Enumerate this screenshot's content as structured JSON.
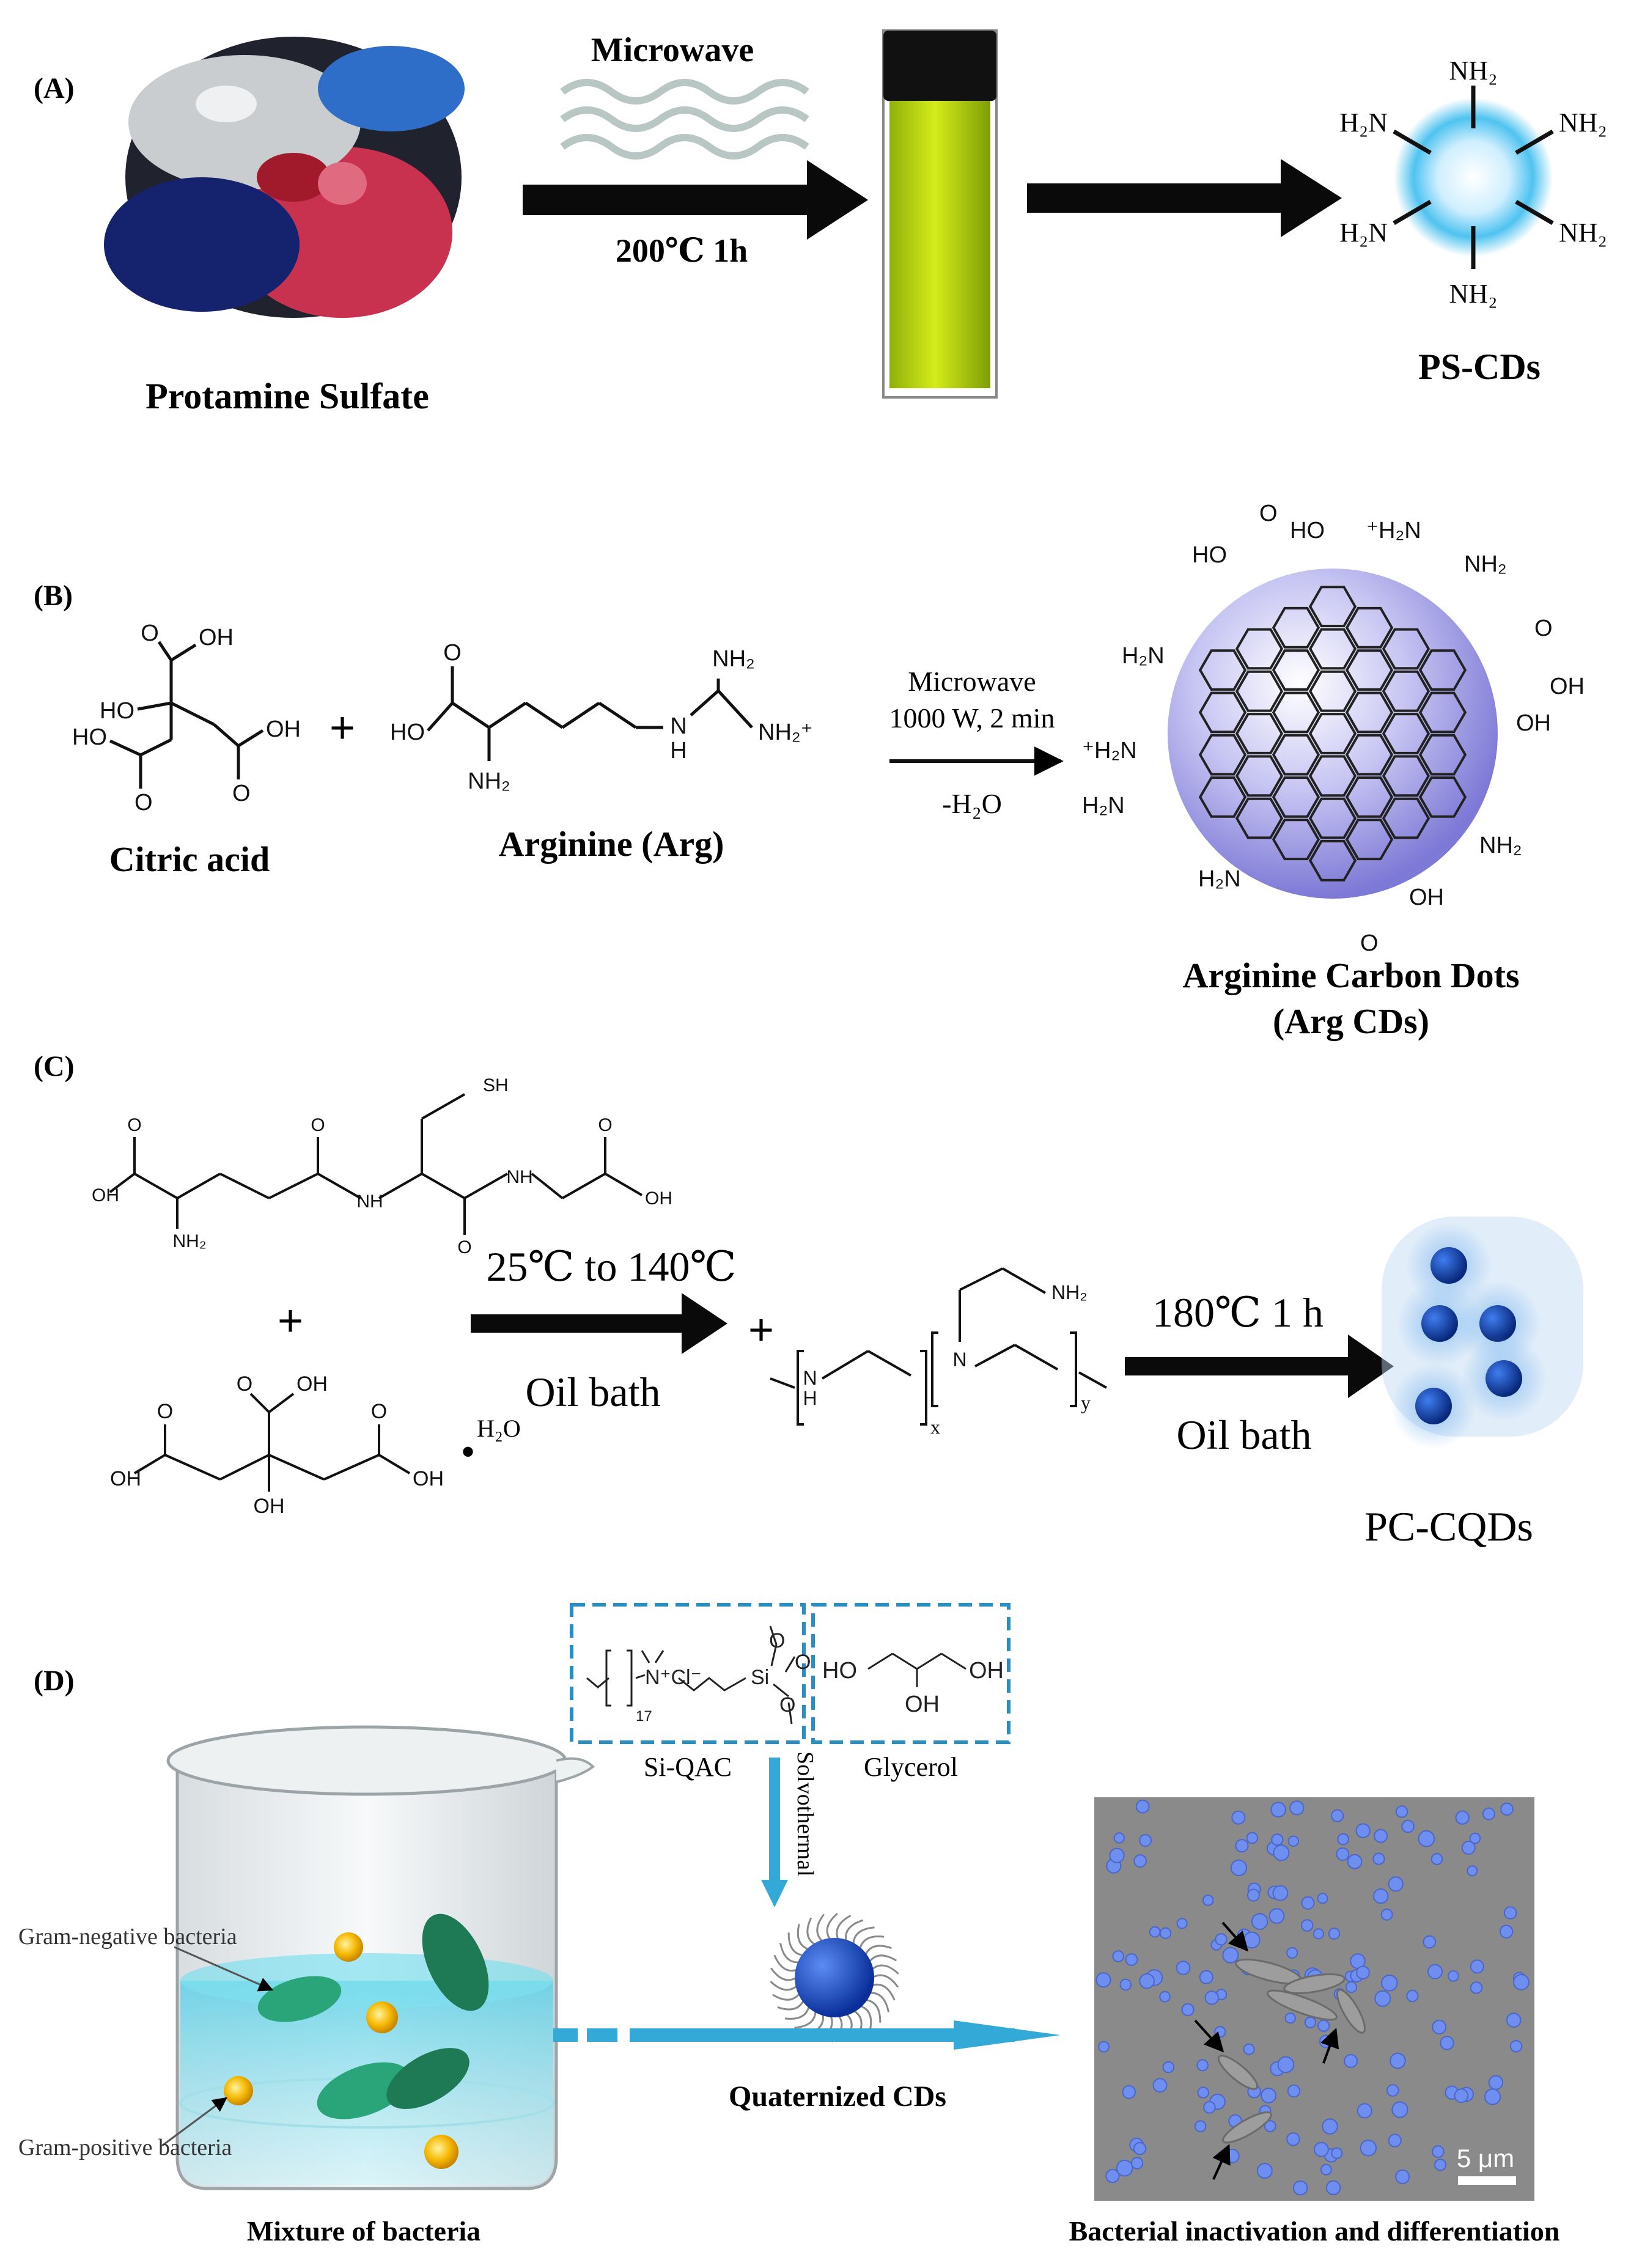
{
  "panels": {
    "a": {
      "label": "(A)",
      "protein_caption": "Protamine Sulfate",
      "step1_top": "Microwave",
      "step1_bottom": "200℃ 1h",
      "product": "PS-CDs",
      "groups": {
        "top": "NH₂",
        "upper_left": "H₂N",
        "upper_right": "NH₂",
        "lower_left": "H₂N",
        "lower_right": "NH₂",
        "bottom": "NH₂"
      }
    },
    "b": {
      "label": "(B)",
      "reactant1": "Citric acid",
      "plus": "+",
      "reactant2": "Arginine (Arg)",
      "cond_line1": "Microwave",
      "cond_line2": "1000 W, 2 min",
      "cond_below": "-H₂O",
      "product_line1": "Arginine Carbon Dots",
      "product_line2": "(Arg CDs)",
      "atoms": {
        "o": "O",
        "oh": "OH",
        "ho": "HO",
        "nh2": "NH₂",
        "nh2plus": "NH₂⁺",
        "h": "H",
        "n": "N",
        "h2n": "H₂N",
        "plus_h2n": "⁺H₂N"
      }
    },
    "c": {
      "label": "(C)",
      "plus": "+",
      "step1_top": "25℃  to 140℃",
      "step1_bottom": "Oil bath",
      "step2_top": "180℃  1 h",
      "step2_bottom": "Oil bath",
      "water": "H₂O",
      "dot": "•",
      "sub_x": "x",
      "sub_y": "y",
      "product": "PC-CQDs",
      "atoms": {
        "sh": "SH",
        "o": "O",
        "oh": "OH",
        "nh2": "NH₂",
        "nh": "NH",
        "n": "N",
        "h": "H"
      }
    },
    "d": {
      "label": "(D)",
      "gram_negative": "Gram-negative bacteria",
      "gram_positive": "Gram-positive bacteria",
      "mixture_caption": "Mixture of  bacteria",
      "reagent1": "Si-QAC",
      "reagent2": "Glycerol",
      "method": "Solvothermal",
      "product": "Quaternized CDs",
      "result_caption": "Bacterial inactivation and differentiation",
      "scale_bar": "5 μm",
      "atoms": {
        "n_cl": "N⁺Cl⁻",
        "si": "Si",
        "o": "O",
        "ho": "HO",
        "oh": "OH",
        "sub17": "17"
      }
    }
  },
  "colors": {
    "accent_blue": "#33a9d8",
    "cd_purple": "#8f8de0",
    "vial_liquid": "#b5d60e",
    "dot_blue": "#1046b8",
    "micro_bg": "#8a8a8a",
    "micro_cell": "#6f8ff0"
  }
}
